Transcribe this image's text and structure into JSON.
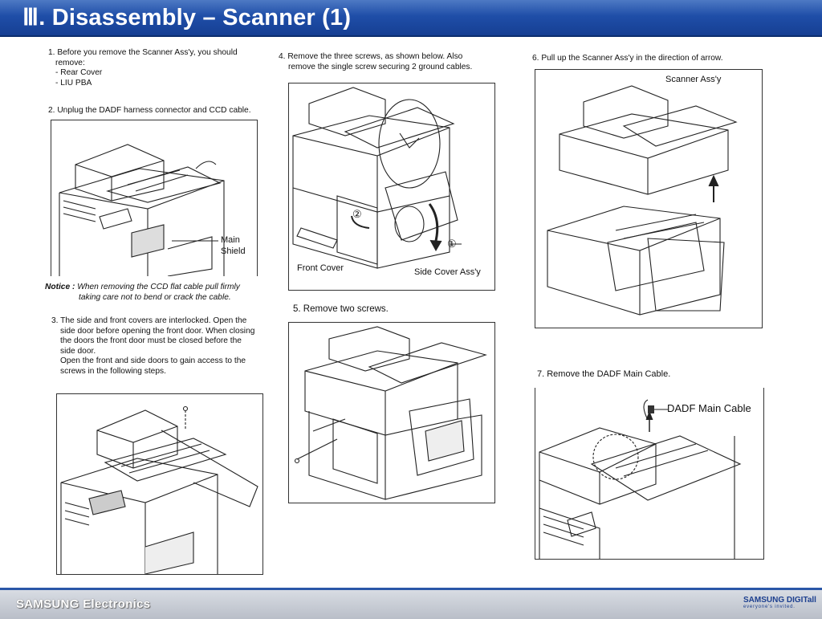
{
  "title": "Ⅲ. Disassembly – Scanner  (1)",
  "step1": {
    "lines": [
      "1. Before you remove the Scanner Ass'y, you should",
      "remove:",
      "- Rear Cover",
      "- LIU PBA"
    ]
  },
  "step2": {
    "text": "2. Unplug the DADF harness connector and CCD cable."
  },
  "fig2": {
    "label": "Main\nShield",
    "label_lines": [
      "Main",
      "Shield"
    ]
  },
  "notice": {
    "label": "Notice :",
    "line1": "When removing the CCD flat cable pull firmly",
    "line2": "taking care not to bend or crack the cable."
  },
  "step3": {
    "lines": [
      "3. The side and front covers are interlocked. Open the",
      "side door before opening the front door. When closing",
      "the doors the front door must be closed before the",
      "side door.",
      "Open the front and side doors to gain access to the",
      "screws in the following steps."
    ]
  },
  "step4": {
    "lines": [
      "4. Remove the three screws, as shown below. Also",
      "remove the single screw securing 2 ground cables."
    ]
  },
  "fig4": {
    "front_cover": "Front Cover",
    "side_cover": "Side Cover Ass'y",
    "num1": "①",
    "num2": "②"
  },
  "step5": {
    "text": "5.  Remove two screws."
  },
  "step6": {
    "text": "6. Pull up the Scanner Ass'y in the direction of arrow."
  },
  "fig6": {
    "label": "Scanner Ass'y"
  },
  "step7": {
    "text": "7. Remove the DADF Main Cable."
  },
  "fig7": {
    "label": "DADF Main Cable"
  },
  "footer": {
    "brand": "SAMSUNG Electronics",
    "logo_top": "SAMSUNG DIGITall",
    "logo_bottom": "everyone's invited."
  }
}
